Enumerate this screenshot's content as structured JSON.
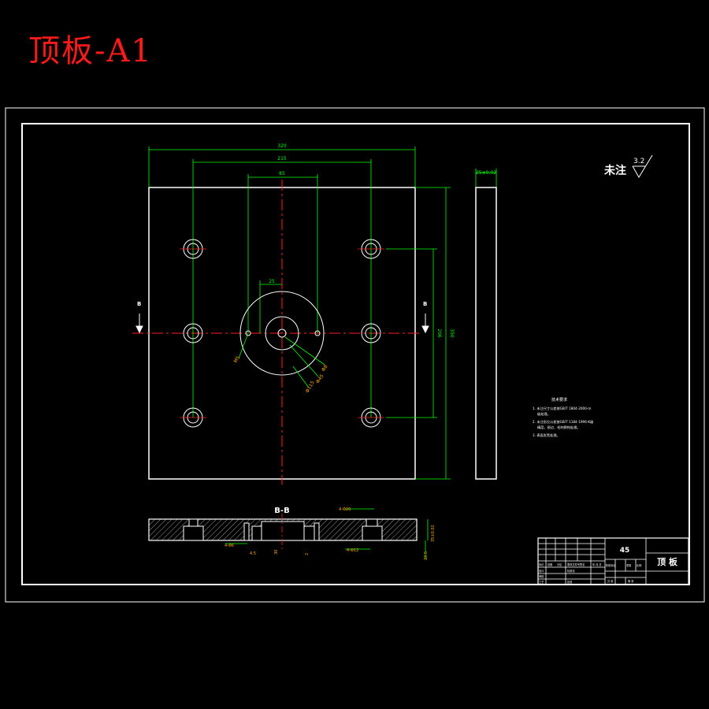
{
  "heading": "顶板-A1",
  "plan_view": {
    "dims": {
      "overall_width": "320",
      "hole_spacing_x": "215",
      "center_width": "85",
      "small_offset": "25",
      "hole_spacing_y": "206",
      "overall_height": "350",
      "thickness": "25±0.02"
    },
    "callouts": [
      "M5",
      "Φ8",
      "Φ45",
      "Φ115"
    ],
    "section_mark": "B"
  },
  "section_view": {
    "title": "B-B",
    "dims": [
      "4-Φ20",
      "4-Φ12",
      "4-Φ6",
      "4.5",
      "30",
      "2",
      "35±0.02",
      "22.5"
    ]
  },
  "surface_note": {
    "label": "未注",
    "roughness": "3.2"
  },
  "tech_notes": {
    "title": "技术要求",
    "lines": [
      "1. 未注尺寸公差按GB/T 1804-2000-m",
      "级处理。",
      "2. 未注形位公差按GB/T 1184-1996-K级",
      "精度，锐边、毛刺倒钝处理。",
      "3. 表面发黑处理。"
    ]
  },
  "title_block": {
    "material": "45",
    "part_name": "顶 板",
    "labels": [
      "标记",
      "处数",
      "分区",
      "更改文件号",
      "签名",
      "年.月.日",
      "设计",
      "标准化",
      "审核",
      "工艺",
      "批准",
      "阶段标记",
      "重量",
      "比例",
      "共 张",
      "第 张"
    ]
  },
  "colors": {
    "background": "#000000",
    "lines": "#ffffff",
    "dimension": "#00ff00",
    "centerline": "#ff0000",
    "callout": "#ffaa00",
    "heading": "#ff1a1a"
  }
}
